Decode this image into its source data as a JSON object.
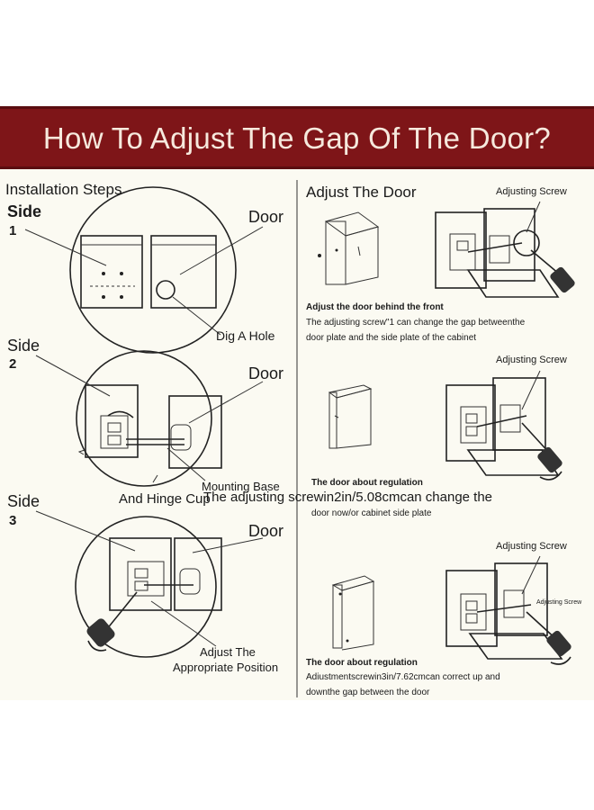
{
  "title": "How To Adjust The Gap Of The Door?",
  "left": {
    "heading": "Installation Steps",
    "steps": [
      {
        "side": "Side",
        "num": "1",
        "door": "Door",
        "note": "Dig A Hole"
      },
      {
        "side": "Side",
        "num": "2",
        "door": "Door",
        "note_line1": "Mounting Base",
        "note_line2": "And Hinge Cup"
      },
      {
        "side": "Side",
        "num": "3",
        "door": "Door",
        "note_line1": "Adjust The",
        "note_line2": "Appropriate Position"
      }
    ]
  },
  "right": {
    "heading": "Adjust The Door",
    "overflow_text": "The adjusting screwin2in/5.08cmcan change the",
    "screw_inner_label": "Adjusting Screw",
    "panels": [
      {
        "screw": "Adjusting Screw",
        "caption_bold": "Adjust the door behind the front",
        "caption_line1": "The adjusting screw\"1 can change the gap betweenthe",
        "caption_line2": "door plate and the side plate of the cabinet"
      },
      {
        "screw": "Adjusting Screw",
        "caption_bold": "The door about regulation",
        "caption_line1": "door now/or cabinet side plate"
      },
      {
        "screw": "Adjusting Screw",
        "caption_bold": "The door about regulation",
        "caption_line1": "Adiustmentscrewin3in/7.62cmcan correct up and",
        "caption_line2": "downthe gap between the door"
      }
    ]
  },
  "colors": {
    "banner": "#7e1518",
    "banner_text": "#f6e9dd",
    "background": "#fbfaf2",
    "ink": "#1a1a1a"
  }
}
